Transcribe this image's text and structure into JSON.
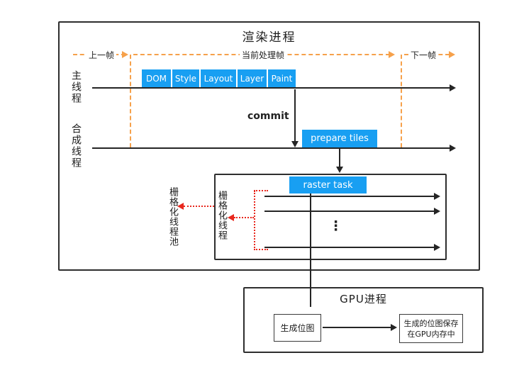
{
  "colors": {
    "stage_blue": "#189ff2",
    "frame_orange": "#f6a14b",
    "raster_red": "#e8281e",
    "line_black": "#252525"
  },
  "render_process": {
    "title": "渲染进程",
    "frame_labels": {
      "prev": "上一帧",
      "current": "当前处理帧",
      "next": "下一帧"
    },
    "main_thread_label": "主线程",
    "compositor_thread_label": "合成线程",
    "pipeline_stages": [
      "DOM",
      "Style",
      "Layout",
      "Layer",
      "Paint"
    ],
    "commit_label": "commit",
    "prepare_tiles_label": "prepare tiles",
    "raster": {
      "task_label": "raster task",
      "pool_label": "栅格化线程池",
      "thread_label": "栅格化线程",
      "ellipsis": "⋮"
    }
  },
  "gpu_process": {
    "title": "GPU进程",
    "generate_bitmap_label": "生成位图",
    "bitmap_saved_line1": "生成的位图保存",
    "bitmap_saved_line2": "在GPU内存中"
  }
}
